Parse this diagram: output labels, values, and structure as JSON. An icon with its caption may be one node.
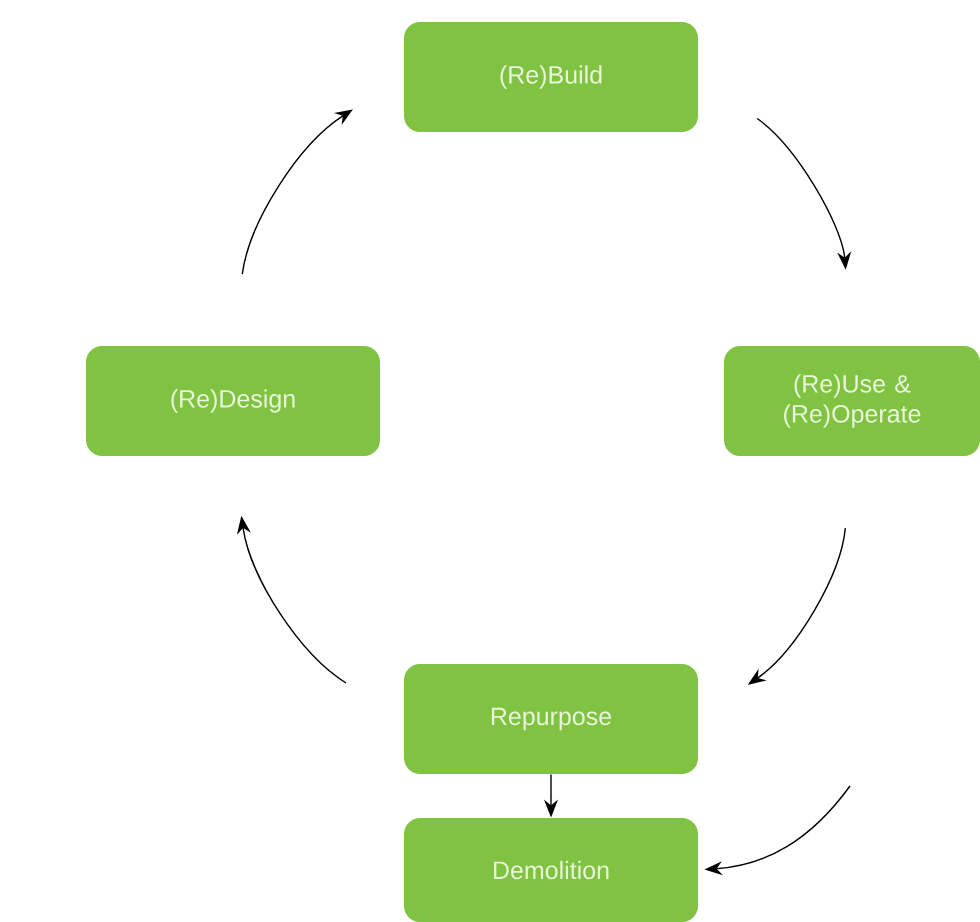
{
  "diagram": {
    "nodes": [
      {
        "text": [
          "(Re)Build"
        ]
      },
      {
        "text": [
          "(Re)Use & (Re)Operate"
        ]
      },
      {
        "text": [
          "(Re)Design"
        ]
      },
      {
        "text": [
          "Repurpose"
        ]
      },
      {
        "text": [
          "Demolition"
        ]
      }
    ],
    "edges": [
      {
        "from": 2,
        "to": 0,
        "arrow": "to"
      },
      {
        "from": 0,
        "to": 1,
        "arrow": "to"
      },
      {
        "from": 1,
        "to": 3,
        "arrow": "to"
      },
      {
        "from": 3,
        "to": 2,
        "arrow": "to"
      },
      {
        "from": 3,
        "to": 4,
        "arrow": "to"
      },
      {
        "from": null,
        "to": 4,
        "arrow": "to"
      }
    ]
  }
}
